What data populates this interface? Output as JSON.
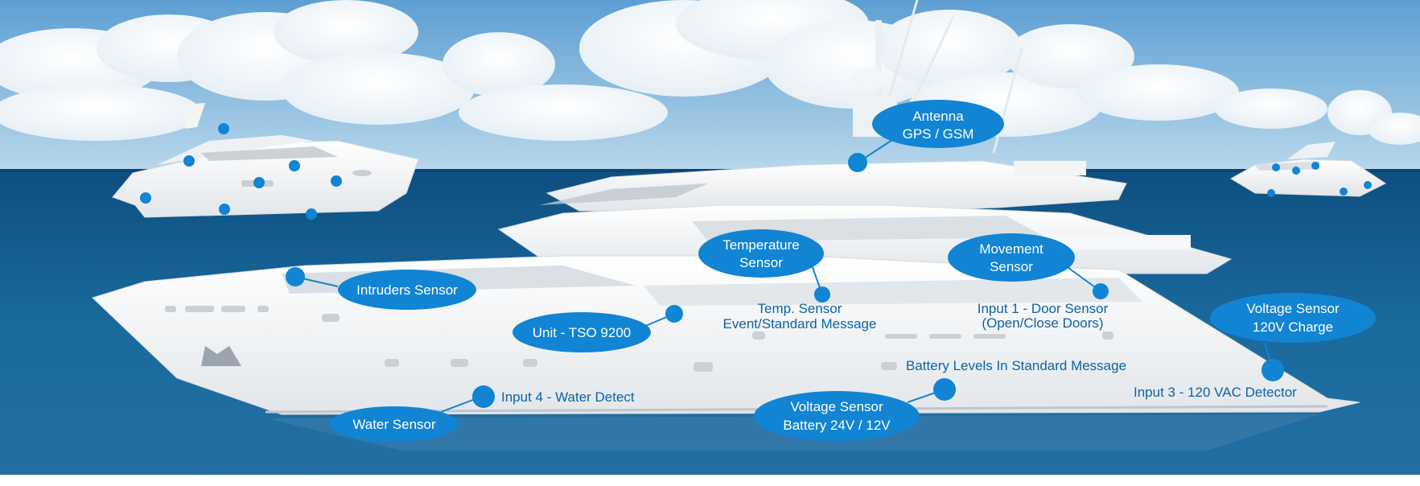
{
  "colors": {
    "sky_top": "#5d9fd3",
    "sky_bottom": "#b9d8ec",
    "sea_top": "#0f5f91",
    "sea_bottom": "#1f73a5",
    "hull": "#f6f7f8",
    "badge": "#1184d4",
    "caption": "#0d63a8"
  },
  "labels": {
    "antenna": [
      "Antenna",
      "GPS / GSM"
    ],
    "temperature": [
      "Temperature",
      "Sensor"
    ],
    "movement": [
      "Movement",
      "Sensor"
    ],
    "intruders": "Intruders Sensor",
    "unit": "Unit - TSO 9200",
    "voltage_charge": [
      "Voltage Sensor",
      "120V Charge"
    ],
    "water": "Water Sensor",
    "voltage_battery": [
      "Voltage Sensor",
      "Battery 24V / 12V"
    ]
  },
  "captions": {
    "temp_event": [
      "Temp. Sensor",
      "Event/Standard Message"
    ],
    "door": [
      "Input 1 - Door Sensor",
      "(Open/Close Doors)"
    ],
    "battery_levels": "Battery Levels In Standard Message",
    "vac_detector": "Input 3 - 120 VAC Detector",
    "water_detect": "Input 4 - Water Detect"
  }
}
